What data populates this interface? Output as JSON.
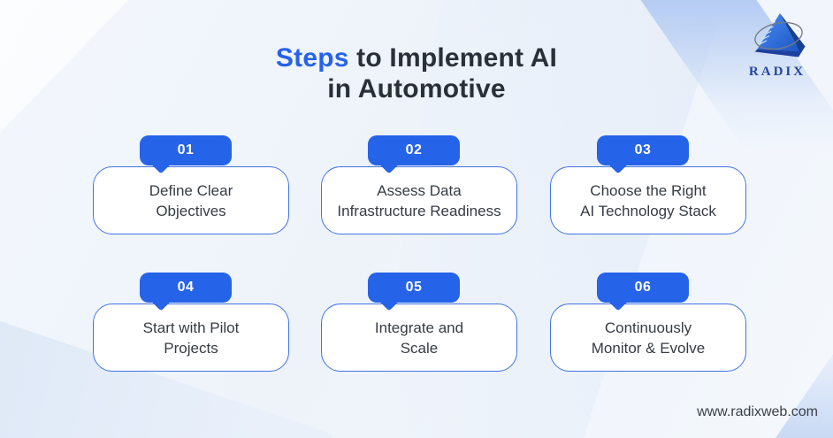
{
  "title": {
    "line1_highlight": "Steps",
    "line1_rest": " to Implement AI",
    "line2": "in Automotive"
  },
  "brand": {
    "name": "RADIX"
  },
  "steps": [
    {
      "number": "01",
      "line1": "Define Clear",
      "line2": "Objectives"
    },
    {
      "number": "02",
      "line1": "Assess Data",
      "line2": "Infrastructure Readiness"
    },
    {
      "number": "03",
      "line1": "Choose the Right",
      "line2": "AI Technology Stack"
    },
    {
      "number": "04",
      "line1": "Start with Pilot",
      "line2": "Projects"
    },
    {
      "number": "05",
      "line1": "Integrate and",
      "line2": "Scale"
    },
    {
      "number": "06",
      "line1": "Continuously",
      "line2": "Monitor & Evolve"
    }
  ],
  "footer": {
    "website": "www.radixweb.com"
  },
  "colors": {
    "accent_blue": "#2563e8",
    "card_border": "#4273e4",
    "title_dark": "#2a3038",
    "card_text": "#363c43",
    "logo_navy": "#24459b",
    "background": "#f0f4fb"
  }
}
